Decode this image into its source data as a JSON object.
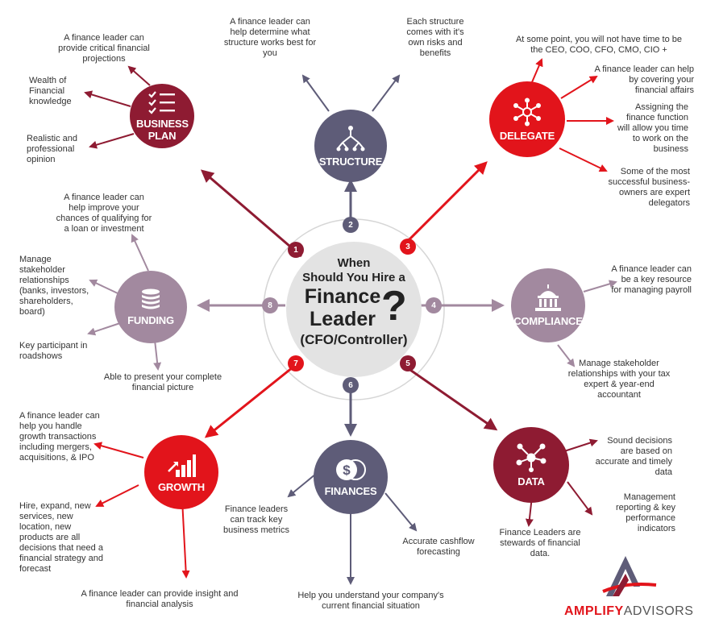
{
  "colors": {
    "maroon": "#8e1b32",
    "slate": "#5e5c78",
    "red": "#e2141b",
    "mauve": "#a2899f",
    "center_bg": "#e3e3e3"
  },
  "center": {
    "line1": "When",
    "line2": "Should You Hire a",
    "line3": "Finance",
    "line4": "Leader",
    "line5": "(CFO/Controller)",
    "question": "?"
  },
  "nodes": {
    "business_plan": {
      "label": "BUSINESS PLAN",
      "icon": "checklist-icon",
      "badge": "1"
    },
    "structure": {
      "label": "STRUCTURE",
      "icon": "hierarchy-icon",
      "badge": "2"
    },
    "delegate": {
      "label": "DELEGATE",
      "icon": "network-icon",
      "badge": "3"
    },
    "compliance": {
      "label": "COMPLIANCE",
      "icon": "government-building-icon",
      "badge": "4"
    },
    "data": {
      "label": "DATA",
      "icon": "data-nodes-icon",
      "badge": "5"
    },
    "finances": {
      "label": "FINANCES",
      "icon": "coins-icon",
      "badge": "6"
    },
    "growth": {
      "label": "GROWTH",
      "icon": "growth-chart-icon",
      "badge": "7"
    },
    "funding": {
      "label": "FUNDING",
      "icon": "coin-stack-icon",
      "badge": "8"
    }
  },
  "notes": {
    "bp_projections": "A finance leader can provide critical financial projections",
    "bp_wealth": "Wealth of Financial knowledge",
    "bp_opinion": "Realistic and professional opinion",
    "st_determine": "A finance leader can help determine what structure works best for you",
    "st_risks": "Each structure comes with it's own risks and benefits",
    "dl_ceo": "At some point, you will not have time to be the CEO, COO, CFO, CMO, CIO +",
    "dl_covering": "A finance leader can help by covering your  financial affairs",
    "dl_assigning": "Assigning the finance function will allow you time to work on the business",
    "dl_delegators": "Some of the most successful business-owners are expert delegators",
    "co_payroll": "A finance leader can be a key resource for managing payroll",
    "co_stakeholder": "Manage stakeholder relationships with your tax expert & year-end accountant",
    "da_decisions": "Sound decisions are based on accurate and timely data",
    "da_reporting": "Management reporting & key performance indicators",
    "da_stewards": "Finance Leaders are stewards of financial data.",
    "fi_metrics": "Finance leaders can track key business metrics",
    "fi_cashflow": "Accurate cashflow forecasting",
    "fi_situation": "Help you understand your company's current financial situation",
    "gr_transactions": "A finance leader can help you handle growth transactions including mergers, acquisitions, & IPO",
    "gr_hire": "Hire, expand, new services, new location, new products are all decisions that need a financial strategy and forecast",
    "gr_insight": "A finance leader can provide insight and financial analysis",
    "fu_qualify": "A finance leader can help improve your chances of qualifying for a loan or investment",
    "fu_stakeholder": "Manage stakeholder relationships (banks, investors, shareholders, board)",
    "fu_roadshows": "Key participant in roadshows",
    "fu_picture": "Able to present your complete financial picture"
  },
  "logo": {
    "brand_bold": "AMPLIFY",
    "brand_light": "ADVISORS",
    "icon": "amplify-logo-icon"
  }
}
